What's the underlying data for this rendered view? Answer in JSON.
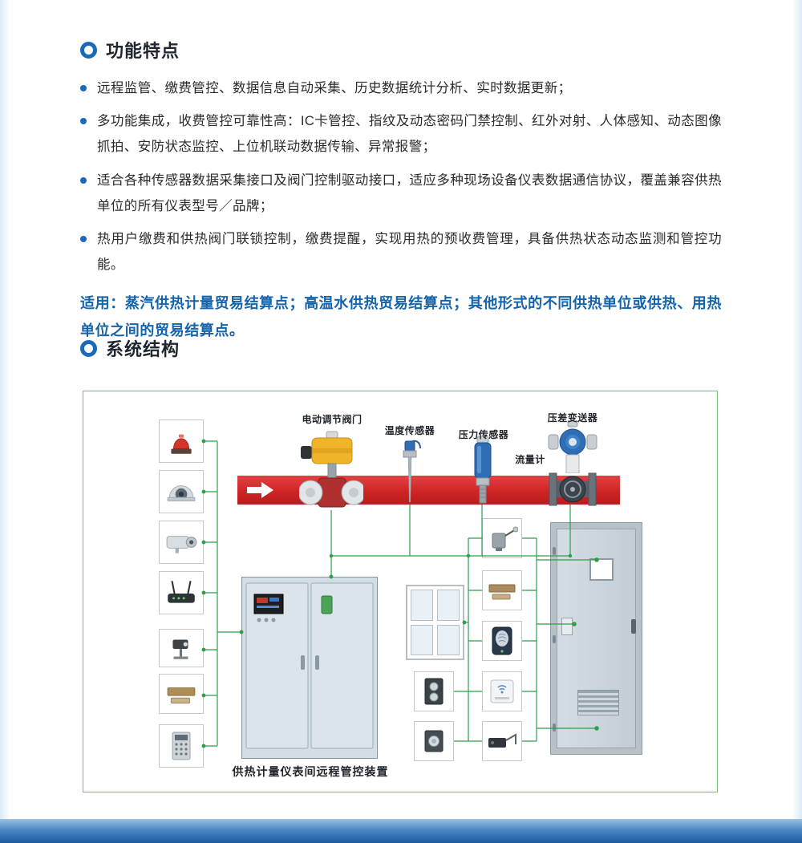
{
  "features": {
    "title": "功能特点",
    "bullets": [
      "远程监管、缴费管控、数据信息自动采集、历史数据统计分析、实时数据更新；",
      "多功能集成，收费管控可靠性高：IC卡管控、指纹及动态密码门禁控制、红外对射、人体感知、动态图像抓拍、安防状态监控、上位机联动数据传输、异常报警；",
      "适合各种传感器数据采集接口及阀门控制驱动接口，适应多种现场设备仪表数据通信协议，覆盖兼容供热单位的所有仪表型号／品牌；",
      "热用户缴费和供热阀门联锁控制，缴费提醒，实现用热的预收费管理，具备供热状态动态监测和管控功能。"
    ],
    "applicable": "适用：蒸汽供热计量贸易结算点；高温水供热贸易结算点；其他形式的不同供热单位或供热、用热单位之间的贸易结算点。"
  },
  "structure": {
    "title": "系统结构",
    "labels": {
      "valve": "电动调节阀门",
      "temp": "温度传感器",
      "pressure": "压力传感器",
      "dp": "压差变送器",
      "flow": "流量计",
      "cabinet": "供热计量仪表间远程管控装置"
    },
    "devices": {
      "left_column": [
        "alarm-beacon",
        "dome-camera",
        "box-camera",
        "wireless-router",
        "ir-detector",
        "magnetic-lock",
        "access-keypad"
      ],
      "middle_column": [
        "limit-switch",
        "magnetic-lock",
        "fingerprint-reader",
        "card-reader",
        "door-closer",
        "exit-button-pair",
        "exit-button"
      ]
    }
  },
  "colors": {
    "accent_blue": "#1b6ab8",
    "applicable_blue": "#1463ad",
    "pipe_red": "#cf2424",
    "wire_green": "#2f9e4b",
    "diagram_border_green": "#79bd7c",
    "bottom_band_blue": "#1c5a9e"
  }
}
